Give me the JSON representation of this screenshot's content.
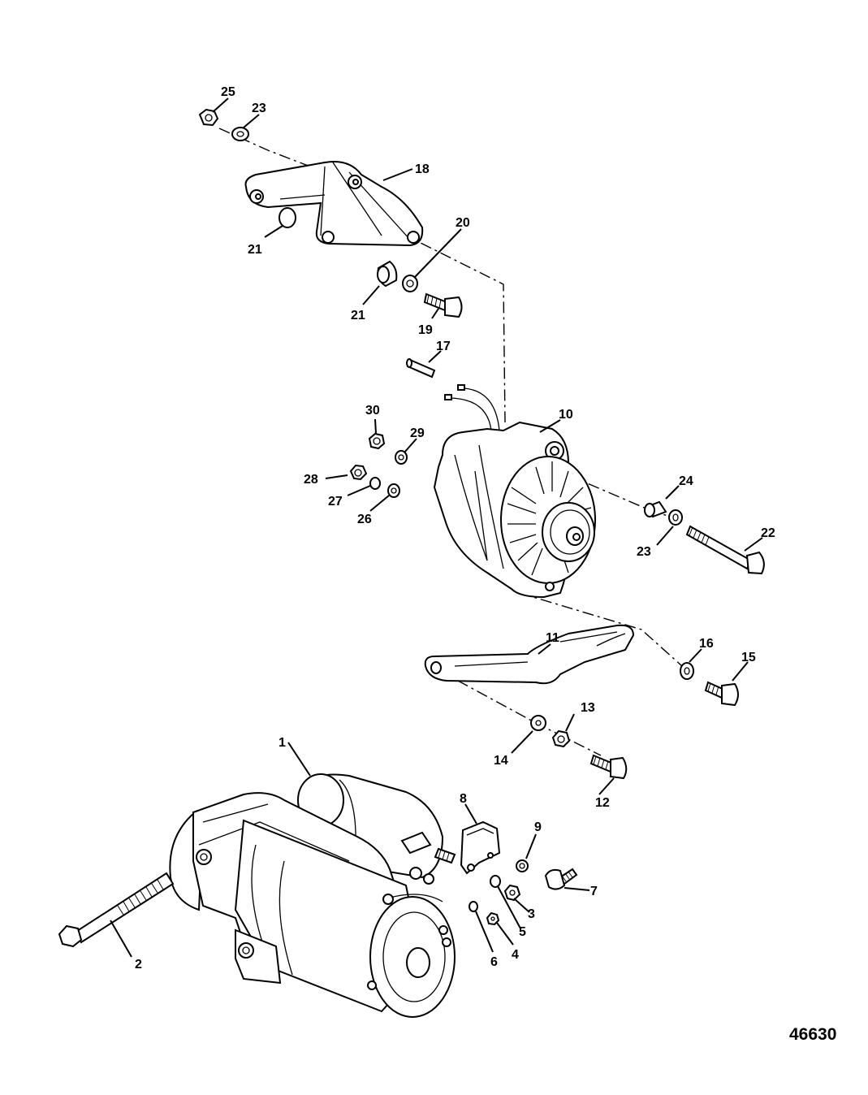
{
  "figure_number": "46630",
  "callouts": {
    "c1": "1",
    "c2": "2",
    "c3": "3",
    "c4": "4",
    "c5": "5",
    "c6": "6",
    "c7": "7",
    "c8": "8",
    "c9": "9",
    "c10": "10",
    "c11": "11",
    "c12": "12",
    "c13": "13",
    "c14": "14",
    "c15": "15",
    "c16": "16",
    "c17": "17",
    "c18": "18",
    "c19": "19",
    "c20": "20",
    "c21a": "21",
    "c21b": "21",
    "c22": "22",
    "c23a": "23",
    "c23b": "23",
    "c24": "24",
    "c25": "25",
    "c26": "26",
    "c27": "27",
    "c28": "28",
    "c29": "29",
    "c30": "30"
  }
}
